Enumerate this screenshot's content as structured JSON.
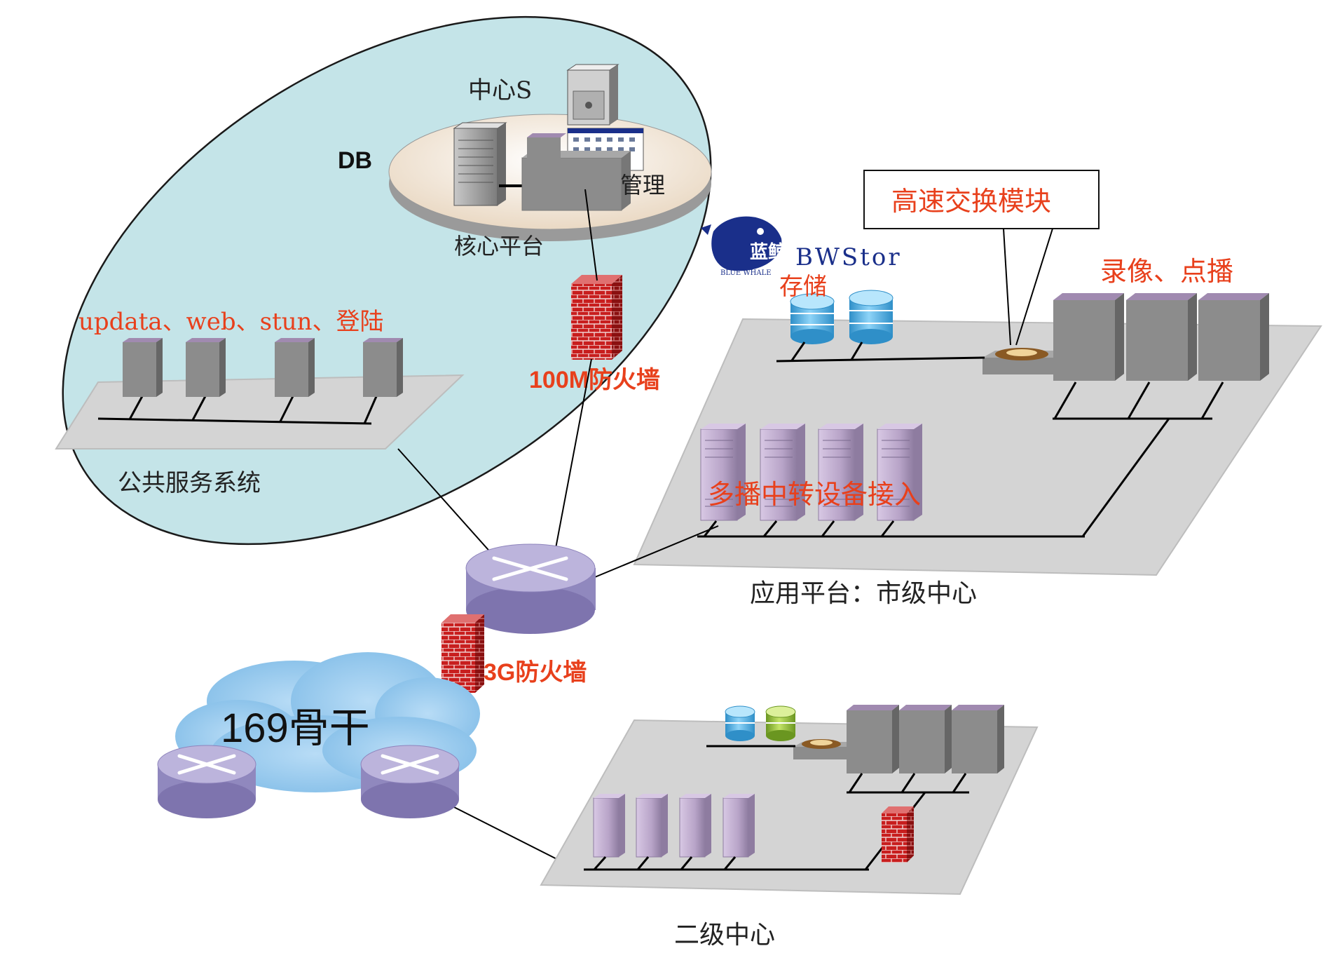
{
  "labels": {
    "center_s": "中心S",
    "db": "DB",
    "manage": "管理",
    "core_platform": "核心平台",
    "public_servers": "updata、web、stun、登陆",
    "public_service_system": "公共服务系统",
    "firewall_100m": "100M防火墙",
    "firewall_3g": "3G防火墙",
    "backbone": "169骨干",
    "bwstor": "BWStor",
    "storage": "存储",
    "bluewhale_logo": "蓝鲸",
    "bluewhale_en": "BLUE WHALE",
    "switch_module": "高速交换模块",
    "record_vod": "录像、点播",
    "multicast_relay": "多播中转设备接入",
    "app_platform": "应用平台：市级中心",
    "secondary_center": "二级中心"
  },
  "colors": {
    "ellipse_fill": "#c4e4e8",
    "platform_fill": "#d4d4d4",
    "server_gray": "#8c8c8c",
    "server_top": "#a08ab0",
    "tower_fill": "#b8a4c8",
    "router_fill": "#a094c4",
    "firewall_red": "#c81e1e",
    "red_text": "#e8401c",
    "cloud_fill": "#9ccdf0",
    "storage_blue": "#5cb8e8",
    "storage_green": "#9cc83c"
  }
}
